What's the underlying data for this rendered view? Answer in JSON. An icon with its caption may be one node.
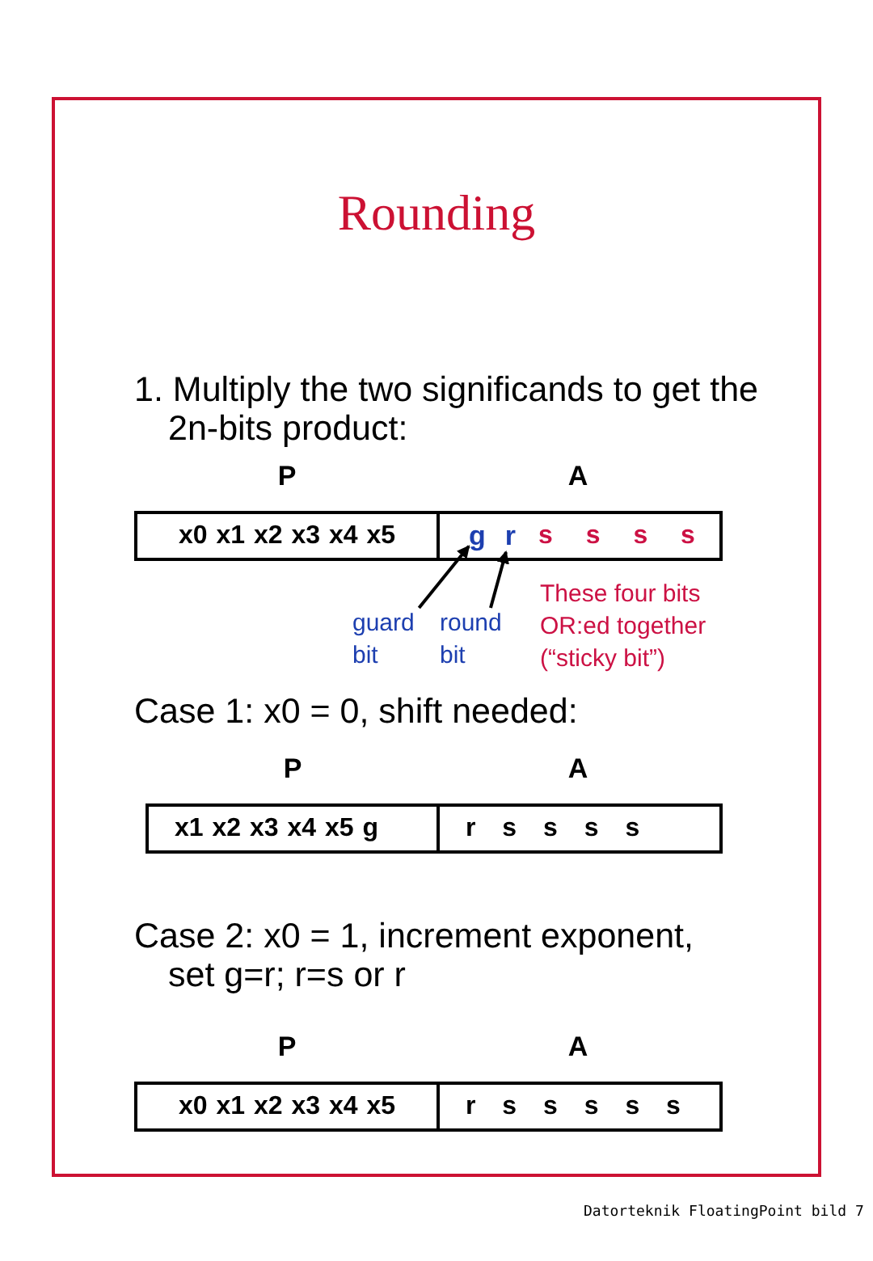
{
  "diagram": {
    "title": "Rounding",
    "nodes": [
      {
        "text": [
          "x0 x1 x2 x3 x4 x5"
        ],
        "beside": [
          "P"
        ]
      },
      {
        "text": [
          "s s s s"
        ],
        "beside": [
          "A"
        ]
      },
      {
        "text": [
          "g"
        ],
        "in": 1
      },
      {
        "text": [
          "r"
        ],
        "in": 1
      },
      {
        "text": [
          "guard bit"
        ]
      },
      {
        "text": [
          "round bit"
        ]
      },
      {
        "text": [
          "x1 x2 x3 x4 x5 g"
        ],
        "beside": [
          "P"
        ]
      },
      {
        "text": [
          "r s s s s"
        ],
        "beside": [
          "A"
        ]
      },
      {
        "text": [
          "x0 x1 x2 x3 x4 x5"
        ],
        "beside": [
          "P"
        ]
      },
      {
        "text": [
          "r s s s s s"
        ],
        "beside": [
          "A"
        ]
      }
    ],
    "edges": [
      {
        "from": 4,
        "to": 2,
        "arrow": "to"
      },
      {
        "from": 5,
        "to": 3,
        "arrow": "to"
      }
    ],
    "labels": [
      "1. Multiply the two significands to get the 2n-bits product:",
      "These four bits OR:ed together (“sticky bit”)",
      "Case 1: x0 = 0, shift needed:",
      "Case 2: x0 = 1, increment exponent, set g=r; r=s or r",
      "Datorteknik FloatingPoint bild 7"
    ]
  }
}
